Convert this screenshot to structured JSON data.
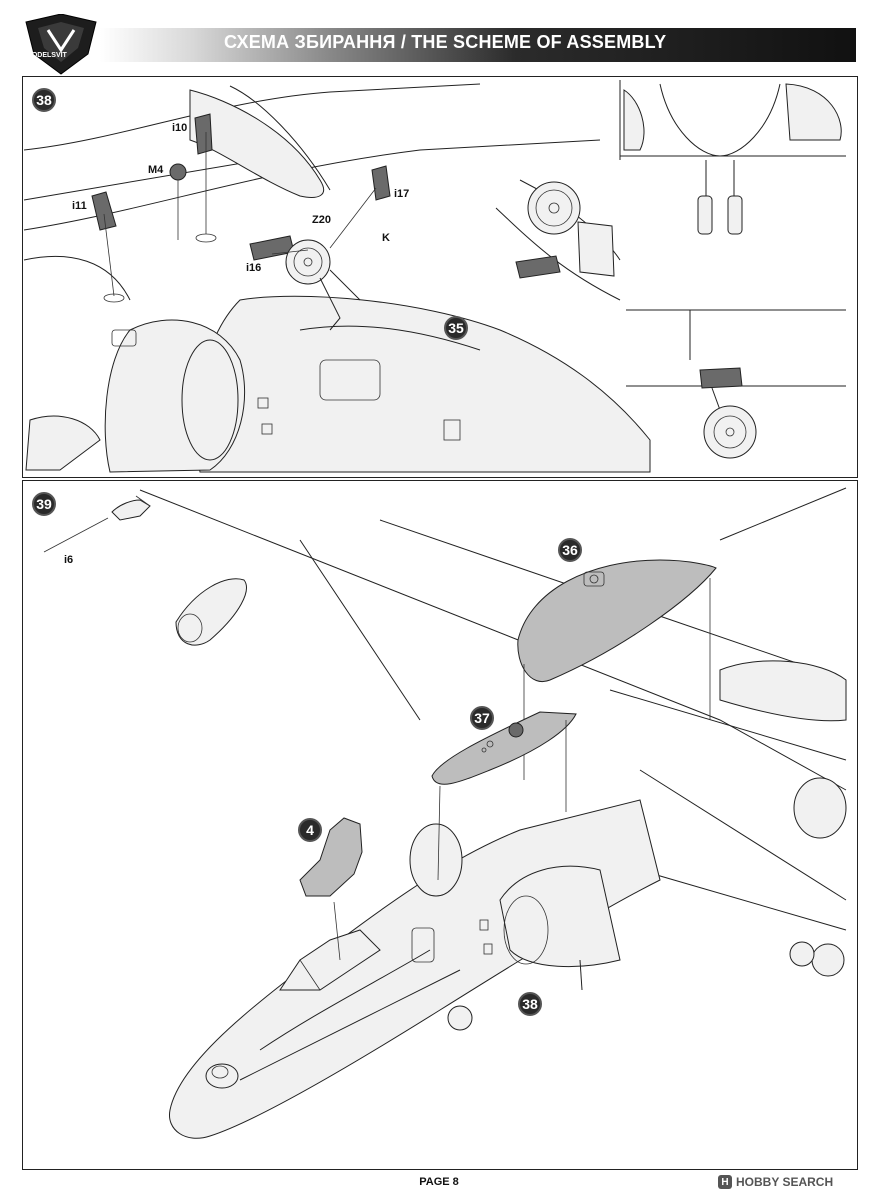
{
  "header": {
    "title": "СХЕМА ЗБИРАННЯ / THE SCHEME OF ASSEMBLY",
    "logo_text": "MODELSVIT"
  },
  "steps": {
    "top": {
      "number": "38",
      "callout_35": "35",
      "labels": {
        "i10": "i10",
        "M4": "M4",
        "i11": "i11",
        "i17": "i17",
        "Z20": "Z20",
        "K": "K",
        "i16": "i16"
      }
    },
    "bottom": {
      "number": "39",
      "callout_36": "36",
      "callout_37": "37",
      "callout_4": "4",
      "callout_38": "38",
      "labels": {
        "i6": "i6"
      }
    }
  },
  "footer": {
    "page_label": "PAGE 8",
    "watermark": "HOBBY SEARCH",
    "watermark_icon": "H"
  }
}
